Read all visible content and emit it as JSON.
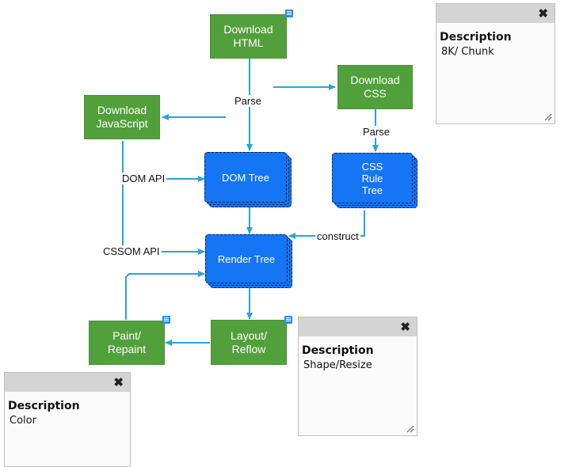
{
  "colors": {
    "download_node": "#52a03b",
    "tree_node": "#1576f5",
    "edge": "#2aa4d8",
    "panel_bar": "#d4d4d4"
  },
  "nodes": {
    "download_html": "Download HTML",
    "download_css": "Download CSS",
    "download_javascript": "Download JavaScript",
    "dom_tree": "DOM Tree",
    "cssom_tree": "CSS Rule Tree",
    "render_tree": "Render Tree",
    "layout_reflow": "Layout/ Reflow",
    "paint_repaint": "Paint/ Repaint"
  },
  "edge_labels": {
    "parse_html": "Parse",
    "parse_css": "Parse",
    "dom_api": "DOM API",
    "cssom_api": "CSSOM API",
    "construct": "construct"
  },
  "icons": {
    "note": "note-icon",
    "close": "close-icon",
    "resize": "resize-grip-icon"
  },
  "panels": {
    "download_html_note": {
      "close": "✖",
      "heading": "Description",
      "text": "8K/ Chunk"
    },
    "layout_note": {
      "close": "✖",
      "heading": "Description",
      "text": "Shape/Resize"
    },
    "paint_note": {
      "close": "✖",
      "heading": "Description",
      "text": "Color"
    }
  }
}
